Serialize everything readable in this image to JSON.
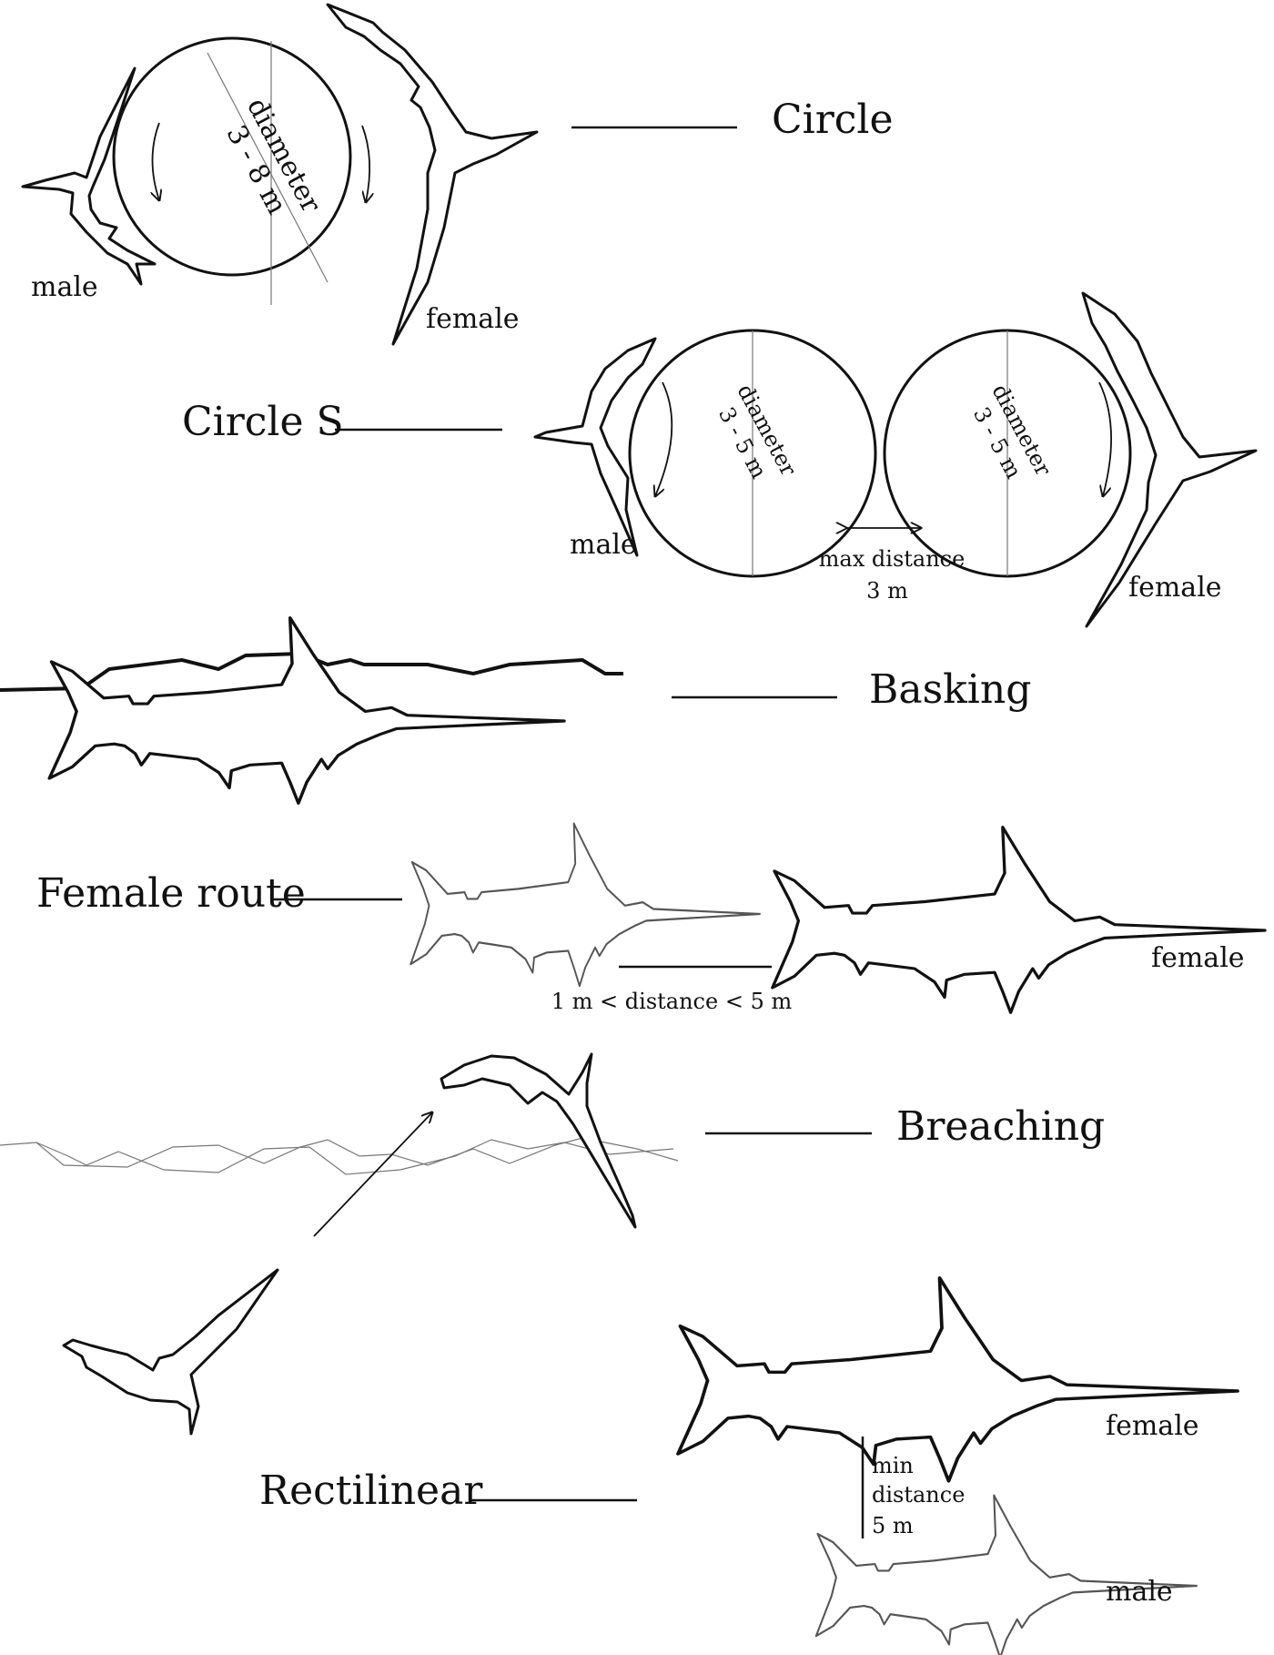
{
  "behaviours": {
    "circle": {
      "title": "Circle",
      "diameter_label": "diameter",
      "diameter_value": "3 - 8 m",
      "male_label": "male",
      "female_label": "female"
    },
    "circle_s": {
      "title": "Circle S",
      "diameter_label_left": "diameter",
      "diameter_value_left": "3 - 5 m",
      "diameter_label_right": "diameter",
      "diameter_value_right": "3 - 5 m",
      "gap_label": "max distance",
      "gap_value": "3 m",
      "male_label": "male",
      "female_label": "female"
    },
    "basking": {
      "title": "Basking"
    },
    "female_route": {
      "title": "Female route",
      "distance_label": "1 m < distance < 5 m",
      "female_label": "female"
    },
    "breaching": {
      "title": "Breaching"
    },
    "rectilinear": {
      "title": "Rectilinear",
      "min_distance_label_1": "min",
      "min_distance_label_2": "distance",
      "min_distance_label_3": "5 m",
      "female_label": "female",
      "male_label": "male"
    }
  },
  "colors": {
    "ink": "#111111",
    "faint_ink": "#777777",
    "background": "#ffffff"
  }
}
